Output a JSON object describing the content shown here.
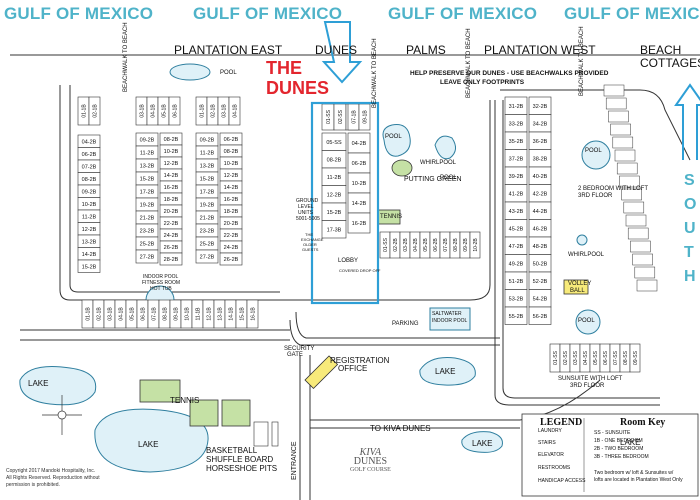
{
  "gulf_labels": [
    "GULF OF MEXICO",
    "GULF OF MEXICO",
    "GULF OF MEXICO",
    "GULF OF MEXICO"
  ],
  "areas": {
    "plantation_east": "PLANTATION EAST",
    "dunes": "DUNES",
    "palms": "PALMS",
    "plantation_west": "PLANTATION WEST",
    "beach_cottages_1": "BEACH",
    "beach_cottages_2": "COTTAGES"
  },
  "highlight": {
    "line1": "THE",
    "line2": "DUNES",
    "color": "#e3262e",
    "outline_color": "#2e9fd6"
  },
  "beachwalk_labels": [
    "BEACHWALK TO BEACH",
    "BEACHWALK TO BEACH",
    "BEACHWALK TO BEACH",
    "BEACHWALK TO BEACH"
  ],
  "notice": {
    "line1": "HELP PRESERVE OUR DUNES - USE BEACHWALKS PROVIDED",
    "line2": "LEAVE ONLY FOOTPRINTS"
  },
  "south_letters": [
    "S",
    "O",
    "U",
    "T",
    "H"
  ],
  "amenities": {
    "pool": "POOL",
    "whirlpool": "WHIRLPOOL",
    "putting_green": "PUTTING GREEN",
    "tennis": "TENNIS",
    "lobby": "LOBBY",
    "parking": "PARKING",
    "saltwater_pool_1": "SALTWATER",
    "saltwater_pool_2": "INDOOR POOL",
    "volley_1": "VOLLEY",
    "volley_2": "BALL",
    "lake": "LAKE",
    "registration_1": "REGISTRATION",
    "registration_2": "OFFICE",
    "security_1": "SECURITY",
    "security_2": "GATE",
    "to_kiva": "TO KIVA DUNES",
    "entrance": "ENTRANCE",
    "basketball": "BASKETBALL",
    "shuffleboard": "SHUFFLE BOARD",
    "horseshoe": "HORSESHOE PITS",
    "indoor_pool_1": "INDOOR POOL",
    "indoor_pool_2": "FITNESS ROOM",
    "indoor_pool_3": "HOT TUB",
    "two_bedroom_loft_1": "2 BEDROOM WITH LOFT",
    "two_bedroom_loft_2": "3RD FLOOR",
    "sunsuite_loft_1": "SUNSUITE WITH LOFT",
    "sunsuite_loft_2": "3RD FLOOR",
    "ground_level_1": "GROUND",
    "ground_level_2": "LEVEL",
    "ground_level_3": "UNITS",
    "ground_level_4": "5001-5005",
    "covered_drop": "COVERED DROP OFF",
    "exchange_1": "THE",
    "exchange_2": "EXCHANGE",
    "exchange_3": "OLDER",
    "exchange_4": "GUESTS"
  },
  "dunes_units_left": [
    "05-SS",
    "08-2B",
    "11-2B",
    "12-2B",
    "15-2B",
    "17-3B"
  ],
  "dunes_units_right": [
    "04-2B",
    "06-2B",
    "10-2B",
    "14-2B",
    "16-2B"
  ],
  "dunes_top_units": [
    "01-SS",
    "02-SS",
    "03-SS"
  ],
  "east_left_units": [
    "04-2B",
    "06-2B",
    "07-2B",
    "08-2B",
    "09-2B",
    "10-2B",
    "11-2B",
    "12-2B",
    "13-2B",
    "14-2B",
    "15-2B"
  ],
  "east_mid_units": [
    "09-2B",
    "11-2B",
    "13-2B",
    "15-2B",
    "17-2B",
    "19-2B",
    "21-2B",
    "23-2B",
    "25-2B",
    "27-2B"
  ],
  "east_mid2_units": [
    "08-2B",
    "10-2B",
    "12-2B",
    "14-2B",
    "16-2B",
    "18-2B",
    "20-2B",
    "22-2B",
    "24-2B",
    "26-2B",
    "28-2B"
  ],
  "east_right_units": [
    "09-2B",
    "11-2B",
    "13-2B",
    "15-2B",
    "17-2B",
    "19-2B",
    "21-2B",
    "23-2B",
    "25-2B",
    "27-2B"
  ],
  "east_right2_units": [
    "06-2B",
    "08-2B",
    "10-2B",
    "12-2B",
    "14-2B",
    "16-2B",
    "18-2B",
    "20-2B",
    "22-2B",
    "24-2B",
    "26-2B"
  ],
  "west_left_units": [
    "31-2B",
    "33-2B",
    "35-2B",
    "37-2B",
    "39-2B",
    "41-2B",
    "43-2B",
    "45-2B",
    "47-2B",
    "49-2B",
    "51-2B",
    "53-2B",
    "55-2B"
  ],
  "west_right_units": [
    "32-2B",
    "34-2B",
    "36-2B",
    "38-2B",
    "40-2B",
    "42-2B",
    "44-2B",
    "46-2B",
    "48-2B",
    "50-2B",
    "52-2B",
    "54-2B",
    "56-2B"
  ],
  "legend": {
    "title": "LEGEND",
    "items": [
      "LAUNDRY",
      "STAIRS",
      "ELEVATOR",
      "RESTROOMS",
      "HANDICAP ACCESS"
    ],
    "room_key_title": "Room Key",
    "room_key": [
      "SS - SUNSUITE",
      "1B - ONE BEDROOM",
      "2B - TWO BEDROOM",
      "3B - THREE BEDROOM"
    ],
    "note_1": "Two bedroom w/ loft & Sunsuites w/",
    "note_2": "lofts are located in Plantation West Only"
  },
  "kiva": {
    "line1": "KIVA",
    "line2": "DUNES",
    "line3": "GOLF COURSE"
  },
  "copyright": {
    "line1": "Copyright 2017 Mandoki Hospitality, Inc.",
    "line2": "All Rights Reserved. Reproduction without",
    "line3": "permission is prohibited."
  },
  "colors": {
    "water": "#dff1f8",
    "water_stroke": "#2f7f9f",
    "green": "#c5e1a5",
    "highlight_blue": "#2e9fd6",
    "highlight_red": "#e3262e",
    "gulf_text": "#4fb3c9",
    "yellow": "#f7ea7a"
  }
}
